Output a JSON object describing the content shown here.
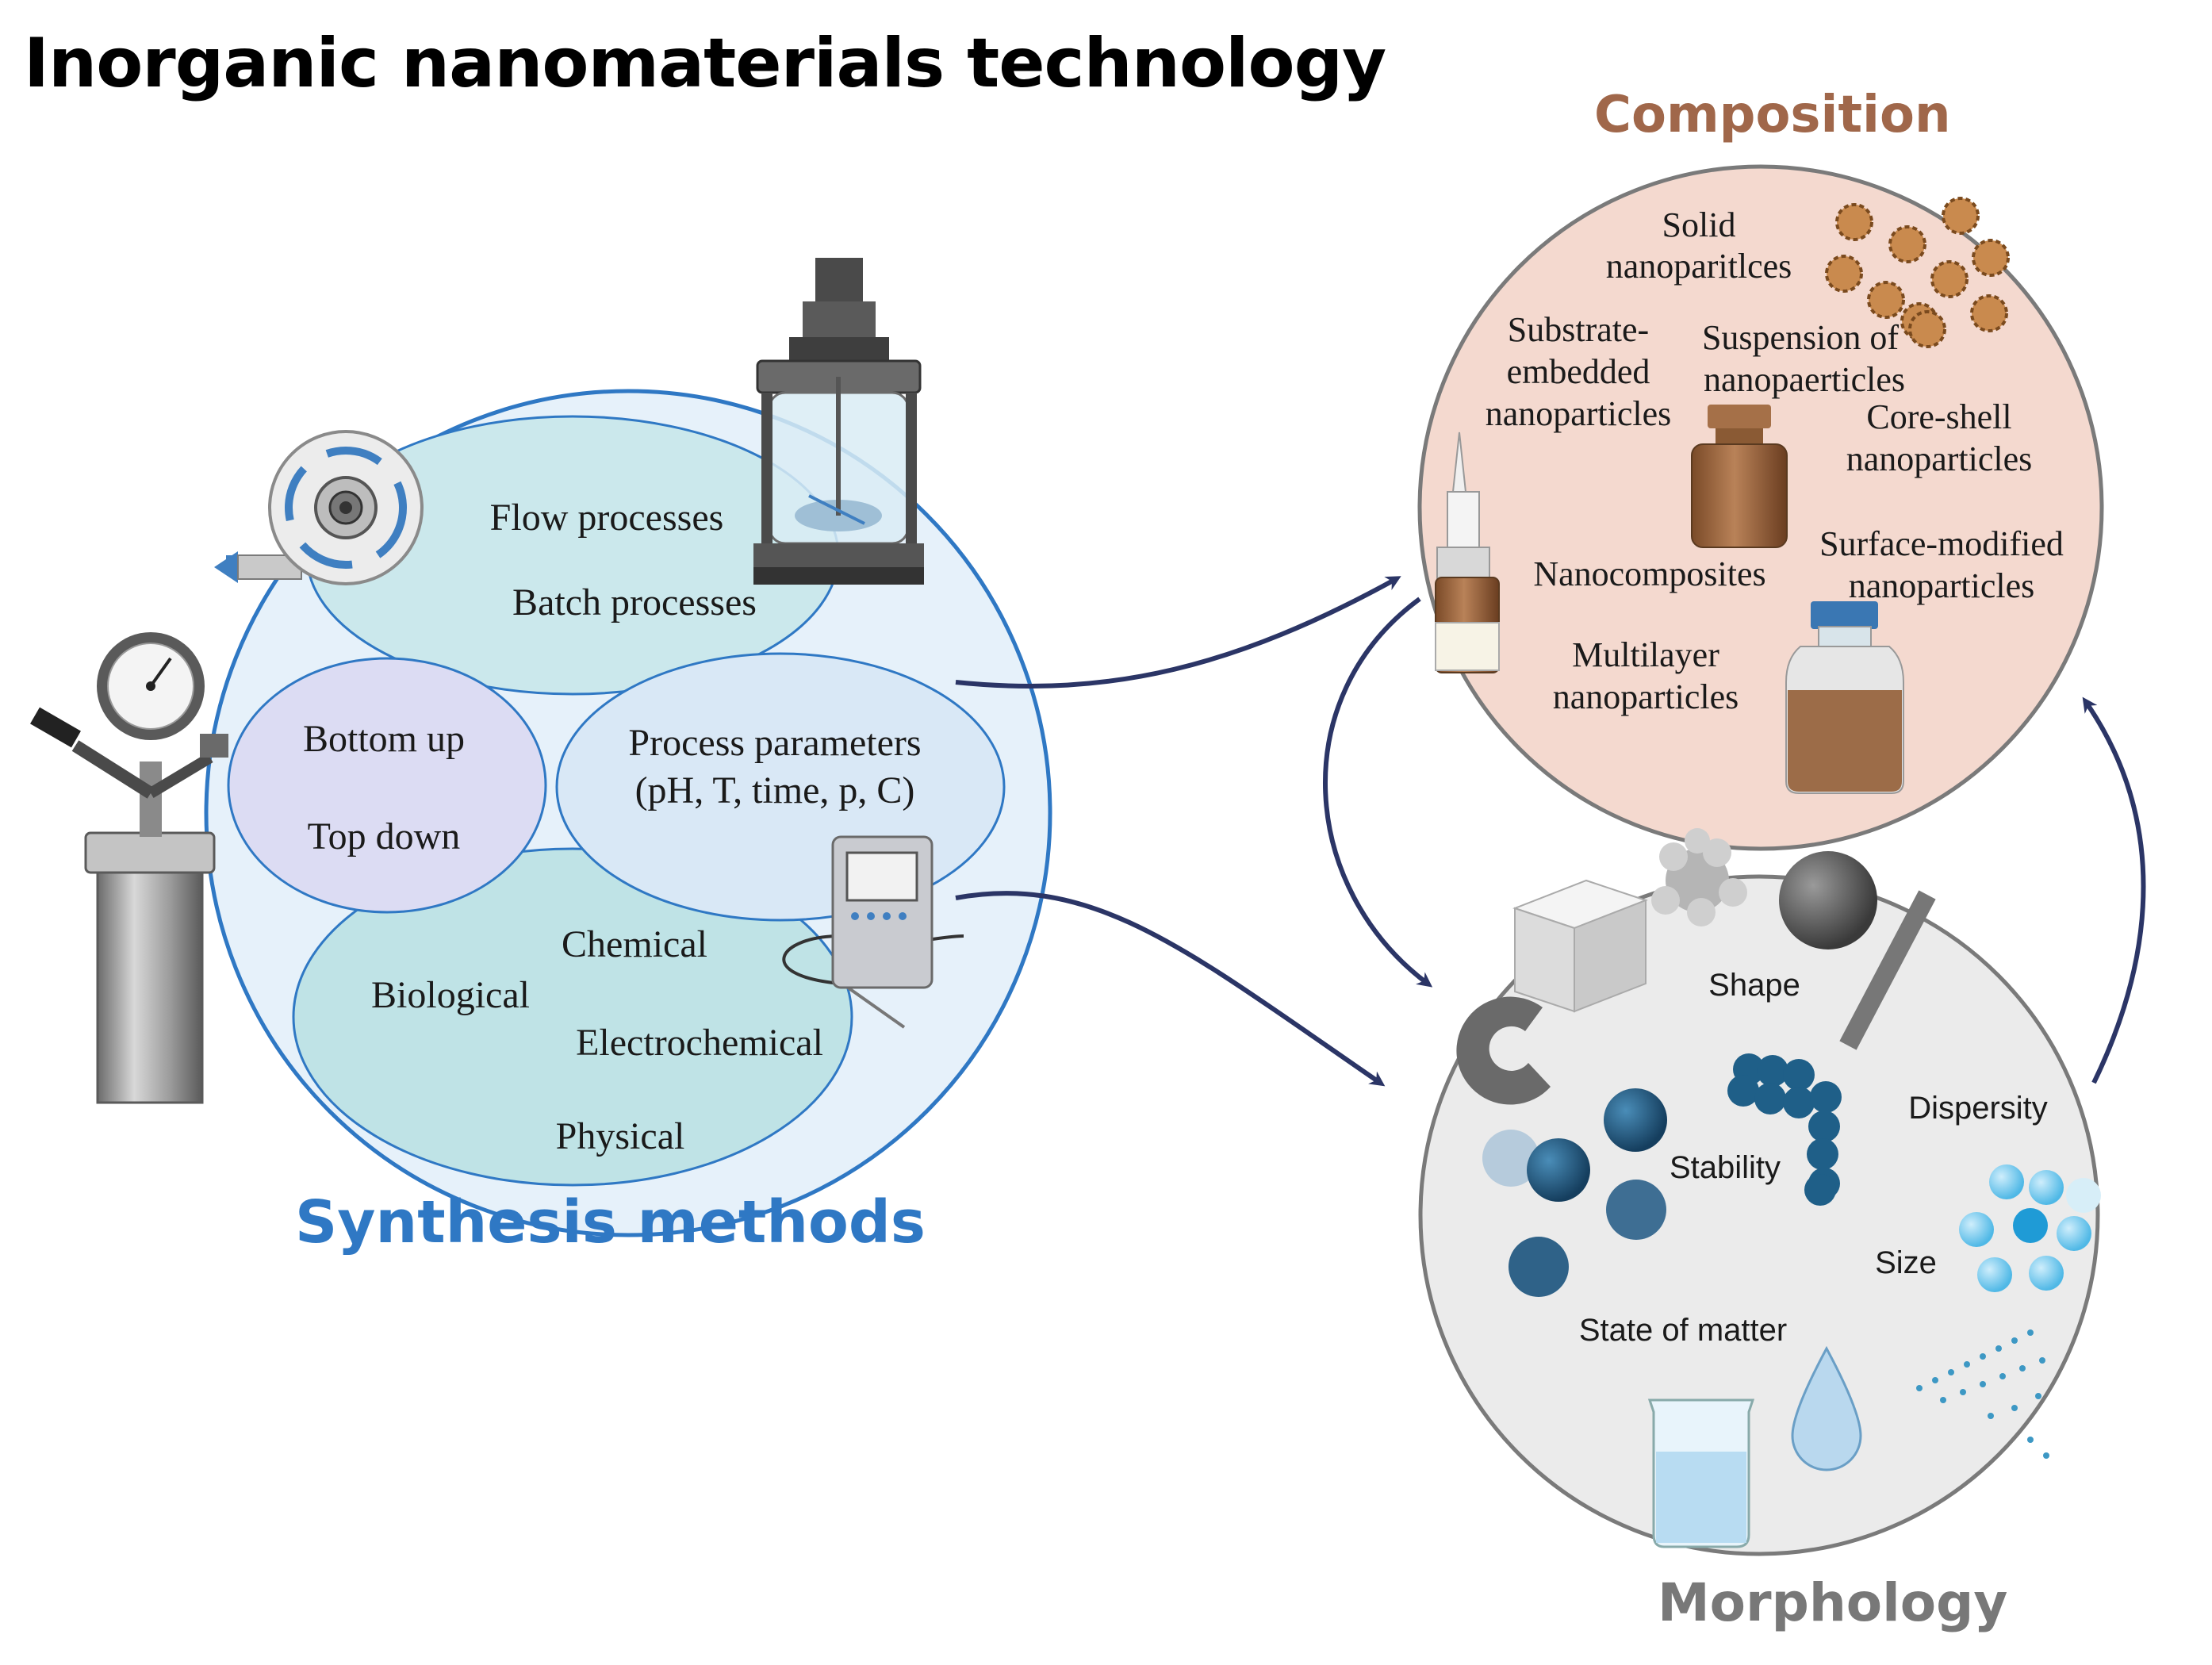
{
  "title": "Inorganic nanomaterials technology",
  "synthesis": {
    "heading": "Synthesis methods",
    "process_modes": [
      "Flow processes",
      "Batch processes"
    ],
    "approach": [
      "Bottom up",
      "Top down"
    ],
    "parameters": [
      "Process parameters",
      "(pH, T, time, p, C)"
    ],
    "method_types": [
      "Chemical",
      "Biological",
      "Electrochemical",
      "Physical"
    ]
  },
  "composition": {
    "heading": "Composition",
    "items": [
      [
        "Solid",
        "nanoparitlces"
      ],
      [
        "Substrate-",
        "embedded",
        "nanoparticles"
      ],
      [
        "Suspension of",
        "nanopaerticles"
      ],
      [
        "Core-shell",
        "nanoparticles"
      ],
      [
        "Nanocomposites"
      ],
      [
        "Surface-modified",
        "nanoparticles"
      ],
      [
        "Multilayer",
        "nanoparticles"
      ]
    ]
  },
  "morphology": {
    "heading": "Morphology",
    "items": [
      "Shape",
      "Dispersity",
      "Stability",
      "Size",
      "State of matter"
    ]
  },
  "colors": {
    "synthesis_blue": "#2f78c4",
    "composition_brown": "#a0674a",
    "morphology_gray": "#787878",
    "arrow_navy": "#2b3566"
  },
  "icons": [
    "pump-icon",
    "glass-reactor-icon",
    "pressure-reactor-icon",
    "digital-thermometer-icon",
    "dropper-bottle-icon",
    "amber-vial-icon",
    "media-bottle-icon",
    "nanoparticle-icon",
    "cube-icon",
    "sphere-icon",
    "rod-icon",
    "beaker-icon",
    "droplet-icon"
  ]
}
